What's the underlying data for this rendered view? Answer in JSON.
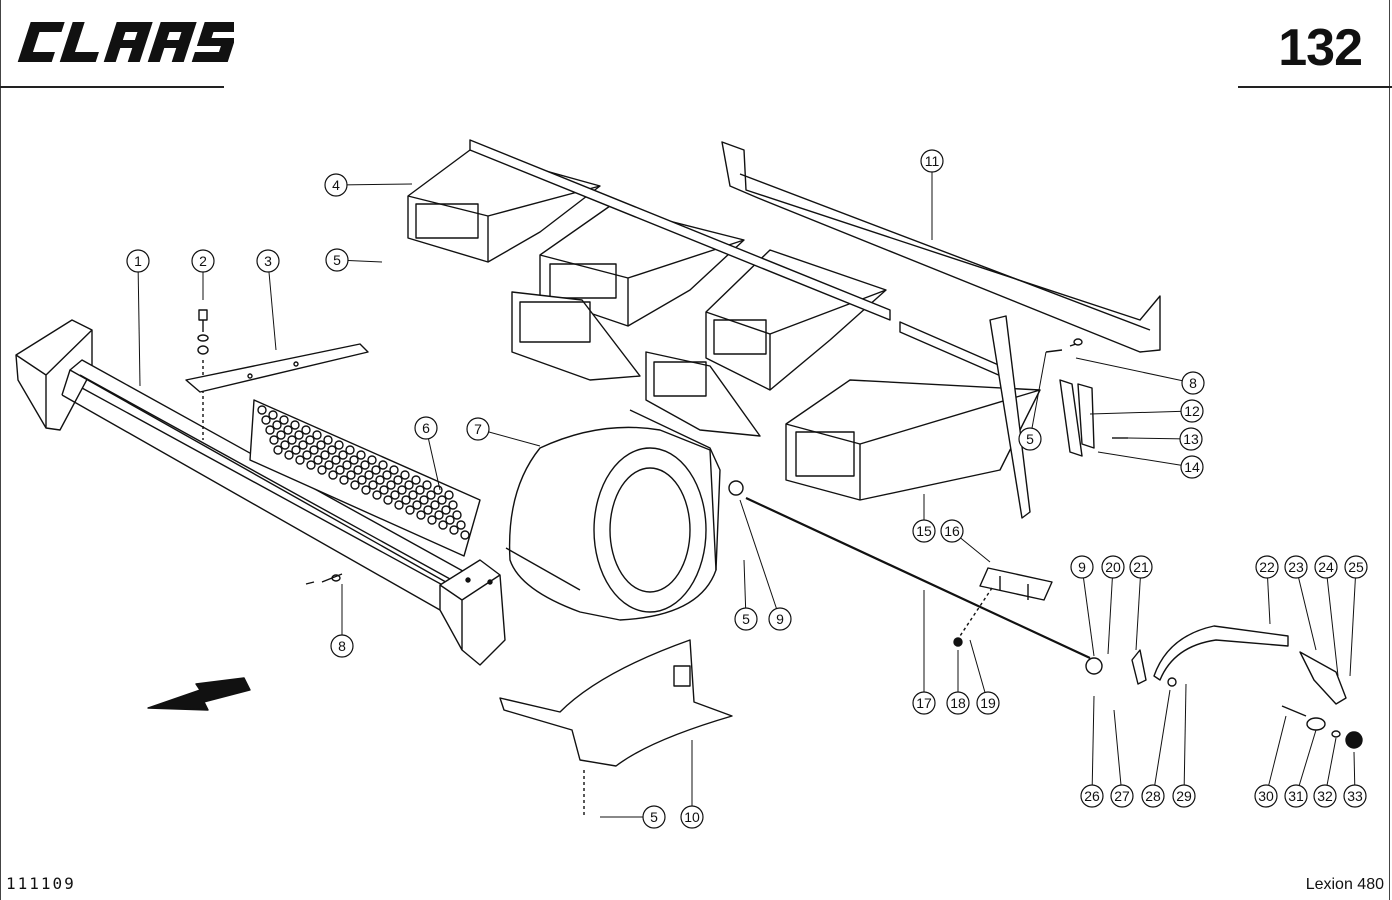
{
  "header": {
    "brand": "CLAAS",
    "page_number": "132"
  },
  "footer": {
    "doc_number": "111109",
    "model": "Lexion 480"
  },
  "callouts": [
    "1",
    "2",
    "3",
    "4",
    "5",
    "5",
    "5",
    "5",
    "6",
    "7",
    "8",
    "8",
    "9",
    "9",
    "10",
    "11",
    "12",
    "13",
    "14",
    "15",
    "16",
    "17",
    "18",
    "19",
    "20",
    "21",
    "22",
    "23",
    "24",
    "25",
    "26",
    "27",
    "28",
    "29",
    "30",
    "31",
    "32",
    "33"
  ],
  "colors": {
    "ink": "#111111",
    "paper": "#ffffff"
  }
}
